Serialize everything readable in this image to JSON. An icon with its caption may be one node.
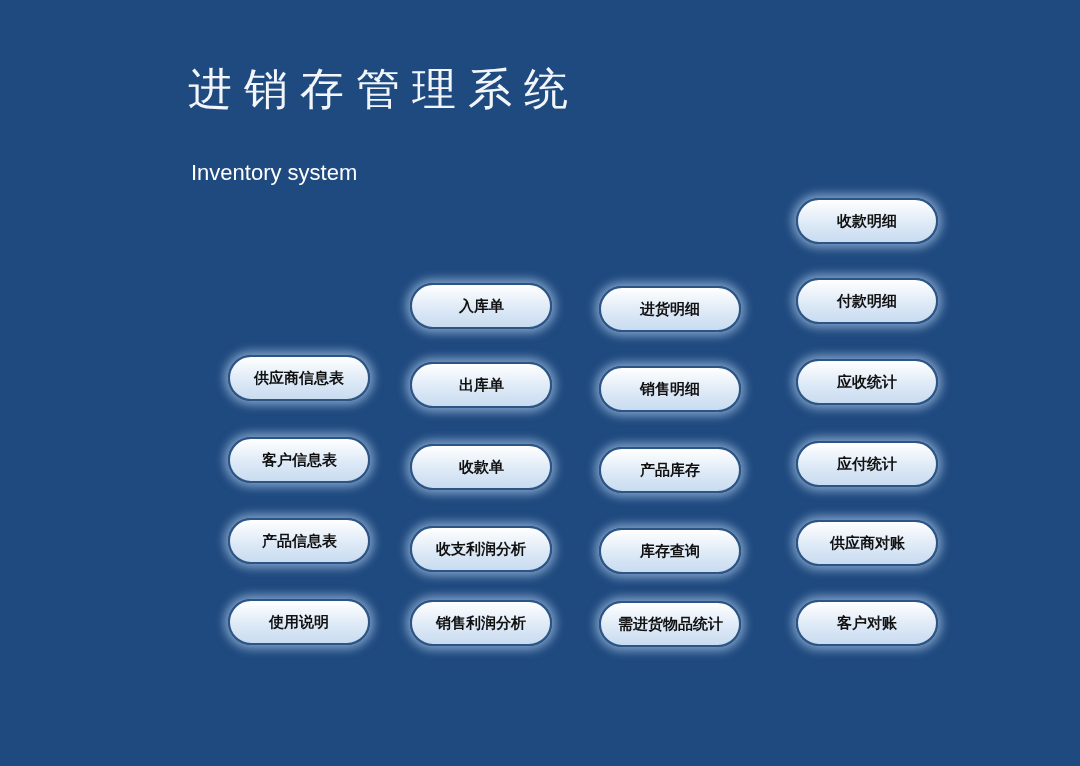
{
  "diagram": {
    "title": "进销存管理系统",
    "nodes": [
      {
        "text": [
          "供应商信息表"
        ]
      },
      {
        "text": [
          "客户信息表"
        ]
      },
      {
        "text": [
          "产品信息表"
        ]
      },
      {
        "text": [
          "使用说明"
        ]
      },
      {
        "text": [
          "入库单"
        ]
      },
      {
        "text": [
          "出库单"
        ]
      },
      {
        "text": [
          "收款单"
        ]
      },
      {
        "text": [
          "收支利润分析"
        ]
      },
      {
        "text": [
          "销售利润分析"
        ]
      },
      {
        "text": [
          "进货明细"
        ]
      },
      {
        "text": [
          "销售明细"
        ]
      },
      {
        "text": [
          "产品库存"
        ]
      },
      {
        "text": [
          "库存查询"
        ]
      },
      {
        "text": [
          "需进货物品统计"
        ]
      },
      {
        "text": [
          "收款明细"
        ]
      },
      {
        "text": [
          "付款明细"
        ]
      },
      {
        "text": [
          "应收统计"
        ]
      },
      {
        "text": [
          "应付统计"
        ]
      },
      {
        "text": [
          "供应商对账"
        ]
      },
      {
        "text": [
          "客户对账"
        ]
      }
    ],
    "labels": [
      "Inventory system"
    ]
  }
}
